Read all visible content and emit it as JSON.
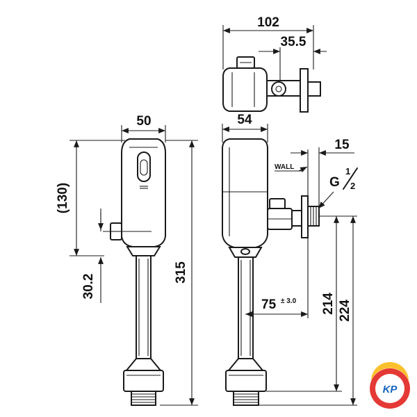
{
  "dimensions": {
    "top_overall_width": "102",
    "top_offset": "35.5",
    "front_width": "50",
    "side_width": "54",
    "sensor_height": "(130)",
    "inlet_drop": "30.2",
    "total_height": "315",
    "wall_depth": "15",
    "outlet_centre": "75",
    "outlet_tolerance": "± 3.0",
    "inlet_height_a": "214",
    "inlet_height_b": "224"
  },
  "labels": {
    "wall": "WALL",
    "thread_prefix": "G",
    "thread_num": "1",
    "thread_den": "2"
  },
  "logo": {
    "text": "KP",
    "colors": [
      "#e53935",
      "#fbc02d",
      "#1565c0",
      "#ffffff"
    ]
  }
}
